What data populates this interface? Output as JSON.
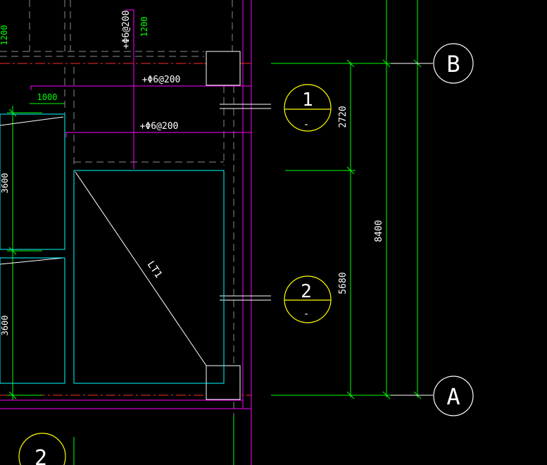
{
  "colors": {
    "background": "#000000",
    "grid_line": "#00ff00",
    "magenta": "#ff00ff",
    "cyan": "#00ffff",
    "yellow": "#ffff00",
    "white": "#ffffff",
    "gray_dashed": "#8a8a8a",
    "axis_red": "#ff2a2a"
  },
  "axes": {
    "B": "B",
    "A": "A"
  },
  "sections": {
    "s1_num": "1",
    "s1_sub": "-",
    "s2_num": "2",
    "s2_sub": "-",
    "s_bottom_num": "2"
  },
  "dimensions": {
    "d2720": "2720",
    "d5680": "5680",
    "d8400": "8400",
    "d3600_upper": "3600",
    "d3600_lower": "3600",
    "d1200_left": "1200",
    "d1200_right": "1200",
    "d1000": "1000"
  },
  "rebar": {
    "top_horizontal": "+Φ6@200",
    "middle_horizontal": "+Φ6@200",
    "vertical": "+Φ6@200"
  },
  "stair": {
    "label": "LT1"
  }
}
